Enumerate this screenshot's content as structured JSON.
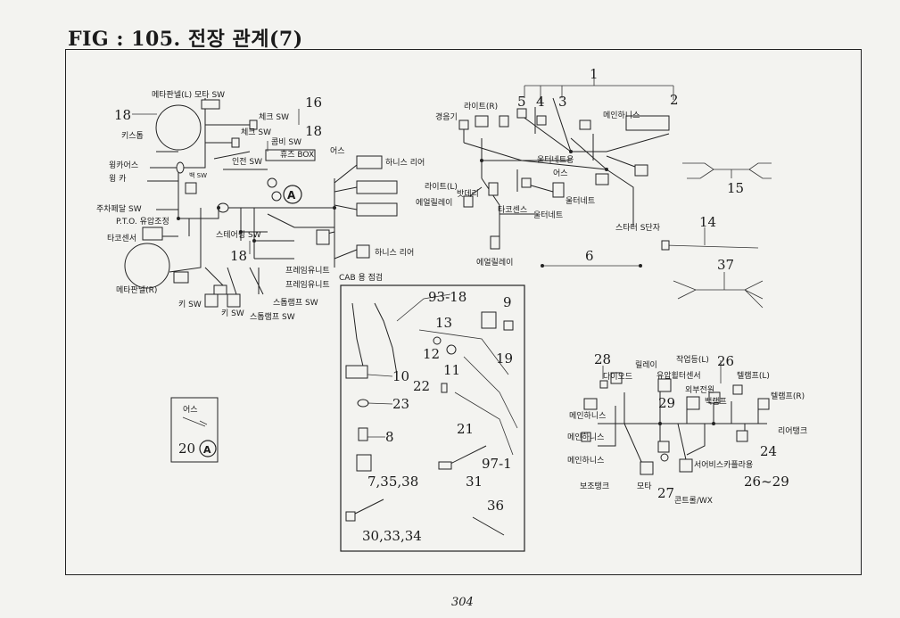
{
  "figure": {
    "title": "FIG : 105. 전장 관계(7)",
    "page_number": "304"
  },
  "left_harness": {
    "labels": {
      "meter_panel_l": "메타판넬(L) 모타 SW",
      "check_sw_1": "체크 SW",
      "check_sw_2": "체크 SW",
      "combi_sw": "콤비 SW",
      "fuse_box": "휴즈 BOX",
      "safety_sw": "인전 SW",
      "key_stop": "키스톱",
      "winker_earth": "윙카어스",
      "winker": "윙  카",
      "horn_sw": "백 SW",
      "parking_pedal_sw": "주차페달 SW",
      "pto_adjust": "P.T.O. 유압조정",
      "tacho_sensor": "타코센서",
      "meter_panel_r": "메타판넬(R)",
      "key_sw_1": "키 SW",
      "key_sw_2": "키 SW",
      "steering_sw": "스테어링 SW",
      "frame_unit_1": "프레임유니트",
      "frame_unit_2": "프레임유니트",
      "stop_lamp_sw_1": "스톱램프 SW",
      "stop_lamp_sw_2": "스톱램프 SW",
      "earth": "어스",
      "harness_rear_1": "하니스 리어",
      "harness_rear_2": "하니스 리어",
      "cab_check": "CAB 용 점검",
      "circle_a": "A"
    },
    "numbers": {
      "n16": "16",
      "n18a": "18",
      "n18b": "18",
      "n18c": "18"
    }
  },
  "top_right_harness": {
    "labels": {
      "light_r": "라이트(R)",
      "alarm": "경음기",
      "main_harness": "메인하니스",
      "outer_for_net": "울터네트용",
      "earth": "어스",
      "light_l": "라이트(L)",
      "battery": "밧데리",
      "air_relay_1": "에얼릴레이",
      "air_relay_2": "에얼릴레이",
      "tacho_sensor": "타코센스",
      "alternator_1": "울터네트",
      "alternator_2": "울터네트",
      "starter_s": "스타터 S단자"
    },
    "numbers": {
      "n1": "1",
      "n2": "2",
      "n3": "3",
      "n4": "4",
      "n5": "5",
      "n6": "6",
      "n14": "14",
      "n15": "15",
      "n37": "37"
    }
  },
  "earth_box": {
    "label": "어스",
    "number": "20",
    "circle_a": "A"
  },
  "parts_box": {
    "numbers": {
      "n93_18": "93-18",
      "n9": "9",
      "n13": "13",
      "n12": "12",
      "n11": "11",
      "n19": "19",
      "n10": "10",
      "n22": "22",
      "n23": "23",
      "n21": "21",
      "n8": "8",
      "n97_1": "97-1",
      "n7_35_38": "7,35,38",
      "n31": "31",
      "n36": "36",
      "n30_33_34": "30,33,34"
    }
  },
  "cab_harness": {
    "labels": {
      "relay": "릴레이",
      "work_light_l": "작업등(L)",
      "diode": "다이오드",
      "oil_filter_sensor": "유압휠터센서",
      "tail_lamp_l": "텔램프(L)",
      "ext_power": "외부전원",
      "back_lamp": "백램프",
      "tail_lamp_r": "텔램프(R)",
      "main_harness_1": "메인하니스",
      "main_harness_2": "메인하니스",
      "main_harness_3": "메인하니스",
      "rear_tank": "리어탱크",
      "servo_kabra": "서어비스카플라용",
      "aux_tank": "보조탱크",
      "motor": "모타",
      "control_wx": "콘트롤/WX"
    },
    "numbers": {
      "n28": "28",
      "n26": "26",
      "n29": "29",
      "n24": "24",
      "n27": "27",
      "n26_29": "26~29"
    }
  }
}
